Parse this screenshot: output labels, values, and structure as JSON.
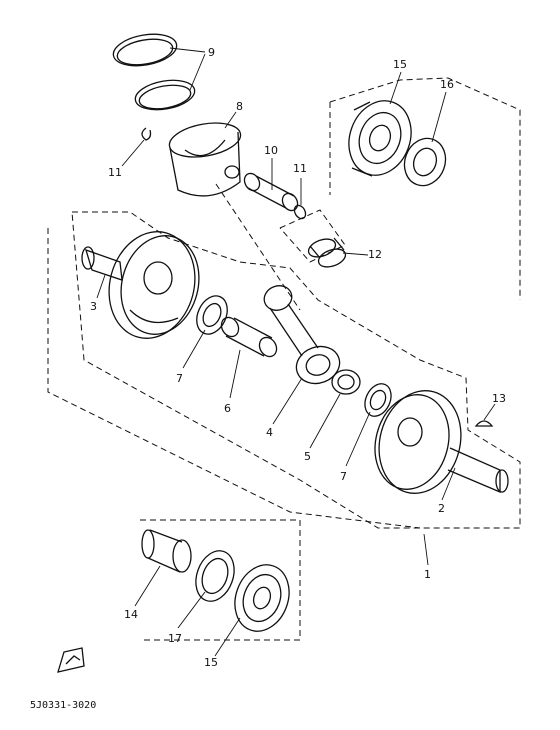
{
  "diagram": {
    "part_labels": {
      "p1": "1",
      "p2": "2",
      "p3": "3",
      "p4": "4",
      "p5": "5",
      "p6": "6",
      "p7a": "7",
      "p7b": "7",
      "p8": "8",
      "p9": "9",
      "p10": "10",
      "p11a": "11",
      "p11b": "11",
      "p12": "12",
      "p13": "13",
      "p14": "14",
      "p15a": "15",
      "p15b": "15",
      "p16": "16",
      "p17": "17"
    },
    "drawing_code": "5J0331-3020"
  }
}
